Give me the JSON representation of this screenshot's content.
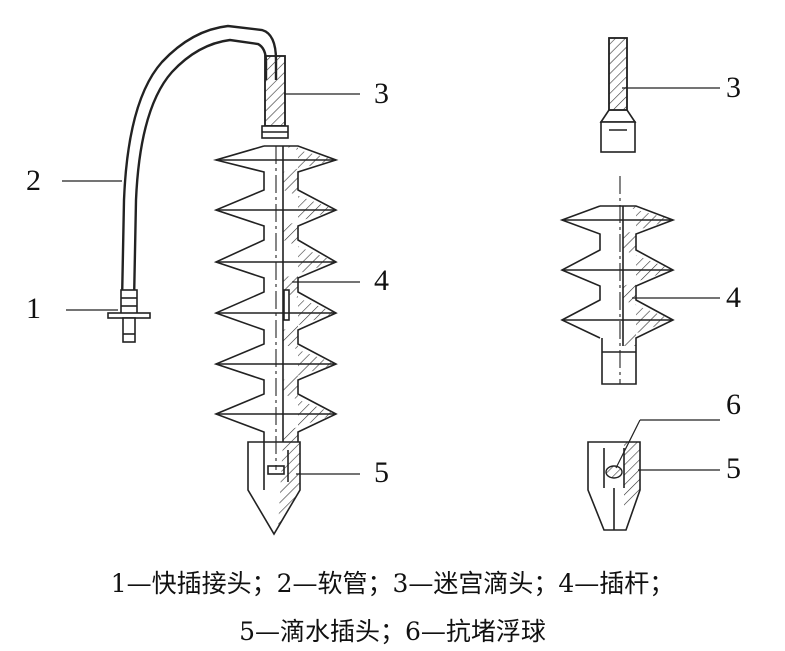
{
  "callouts": {
    "left": [
      "1",
      "2",
      "3",
      "4",
      "5"
    ],
    "right": [
      "3",
      "4",
      "6",
      "5"
    ]
  },
  "caption": {
    "line1": "1—快插接头；2—软管；3—迷宫滴头；4—插杆；",
    "line2": "5—滴水插头；6—抗堵浮球"
  },
  "colors": {
    "line": "#222222",
    "hatch": "#333333"
  }
}
